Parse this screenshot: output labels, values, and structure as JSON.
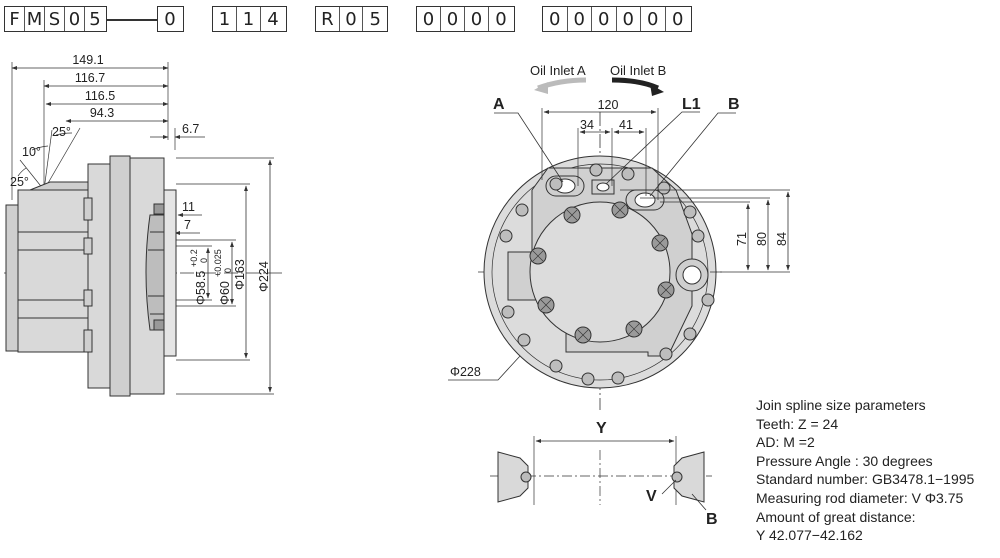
{
  "model_code": {
    "groups": [
      [
        "F",
        "M",
        "S",
        "0",
        "5"
      ],
      [
        "0"
      ],
      [
        "1",
        "1",
        "4"
      ],
      [
        "R",
        "0",
        "5"
      ],
      [
        "0",
        "0",
        "0",
        "0"
      ],
      [
        "0",
        "0",
        "0",
        "0",
        "0",
        "0"
      ]
    ]
  },
  "side_view": {
    "horizontal_dims": [
      "149.1",
      "116.7",
      "116.5",
      "94.3",
      "6.7",
      "11",
      "7"
    ],
    "angles": [
      "10°",
      "25°",
      "25°"
    ],
    "diameters": {
      "d58_base": "Φ58.5",
      "d58_tol_upper": "+0.2",
      "d58_tol_lower": "0",
      "d60_base": "Φ60",
      "d60_tol_upper": "+0.025",
      "d60_tol_lower": "0",
      "d163": "Φ163",
      "d224": "Φ224"
    }
  },
  "front_view": {
    "oil_inlet_a": "Oil Inlet A",
    "oil_inlet_b": "Oil Inlet B",
    "label_a": "A",
    "label_l1": "L1",
    "label_b": "B",
    "dim_120": "120",
    "dim_34": "34",
    "dim_41": "41",
    "dim_71": "71",
    "dim_80": "80",
    "dim_84": "84",
    "dim_d228": "Φ228"
  },
  "spline_view": {
    "label_y": "Y",
    "label_v": "V",
    "label_b": "B"
  },
  "spline_params": {
    "lines": [
      "Join spline size parameters",
      "Teeth:  Z = 24",
      "AD: M =2",
      "Pressure Angle : 30 degrees",
      "Standard number: GB3478.1−1995",
      "Measuring rod diameter: V Φ3.75",
      "Amount of great distance:",
      "Y 42.077−42.162"
    ]
  },
  "colors": {
    "line": "#333333",
    "body_fill": "#d9d9d9",
    "plate_fill": "#cfcfcf",
    "arrow_dark": "#222222",
    "arrow_light": "#bbbbbb"
  }
}
